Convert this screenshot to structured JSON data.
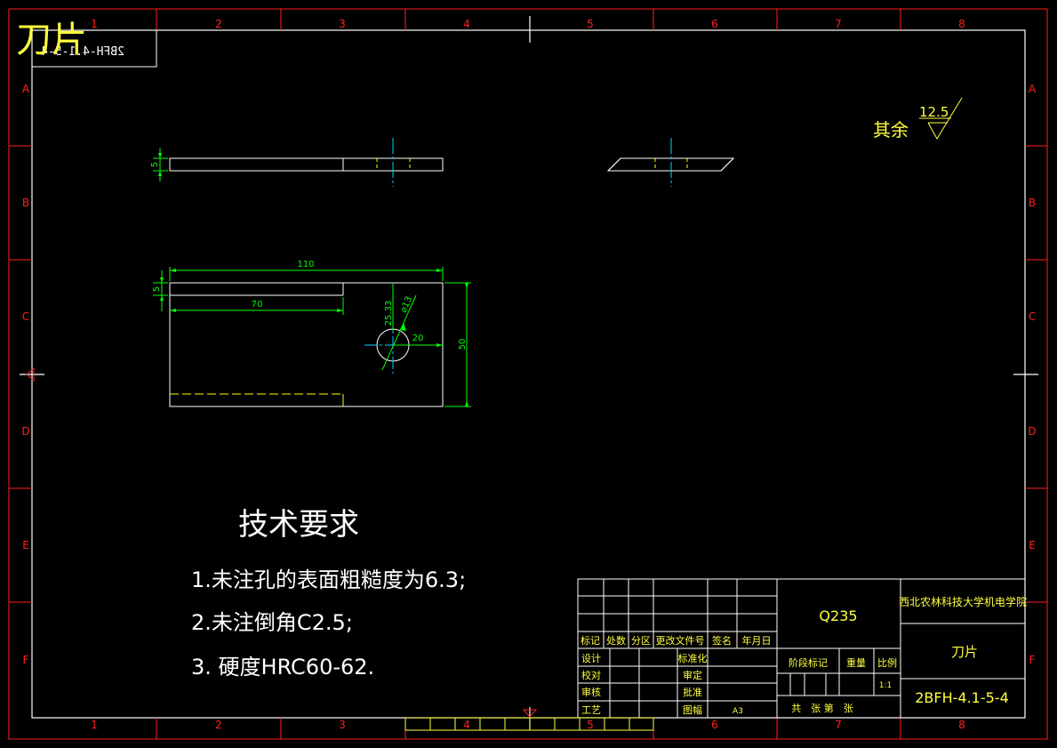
{
  "colors": {
    "background": "#000000",
    "frame": "#ff2020",
    "outline": "#ffffff",
    "dimension": "#00ff00",
    "centerline": "#00d0ff",
    "hidden": "#ffff00",
    "text_yellow": "#ffff40"
  },
  "zone_columns": [
    "1",
    "2",
    "3",
    "4",
    "5",
    "6",
    "7",
    "8"
  ],
  "zone_rows": [
    "A",
    "B",
    "C",
    "D",
    "E",
    "F"
  ],
  "corner_box": {
    "title": "刀片",
    "code_mirrored": "2BFH-4.1-5-4"
  },
  "dimensions": {
    "thickness_side": "5",
    "length": "110",
    "slot_width": "5",
    "slot_length": "70",
    "hole_position_y": "25.33",
    "hole_diameter": "⌀13",
    "hole_offset": "20",
    "height": "50"
  },
  "roughness": {
    "label": "其余",
    "value": "12.5"
  },
  "technical_requirements": {
    "heading": "技术要求",
    "items": [
      "1.未注孔的表面粗糙度为6.3;",
      "2.未注倒角C2.5;",
      "3. 硬度HRC60-62."
    ]
  },
  "title_block": {
    "material": "Q235",
    "school": "西北农林科技大学机电学院",
    "part_name": "刀片",
    "drawing_number": "2BFH-4.1-5-4",
    "scale_label": "比例",
    "scale_value": "1:1",
    "weight_label": "重量",
    "stage_label": "阶段标记",
    "sheets_label": "共　张 第　张",
    "header_cells": [
      "标记",
      "处数",
      "分区",
      "更改文件号",
      "签名",
      "年月日"
    ],
    "role_design": "设计",
    "role_check": "校对",
    "role_review": "审核",
    "role_process": "工艺",
    "role_standard": "标准化",
    "role_audit": "审定",
    "role_approve": "批准",
    "role_format": "图幅",
    "format_value": "A3"
  }
}
